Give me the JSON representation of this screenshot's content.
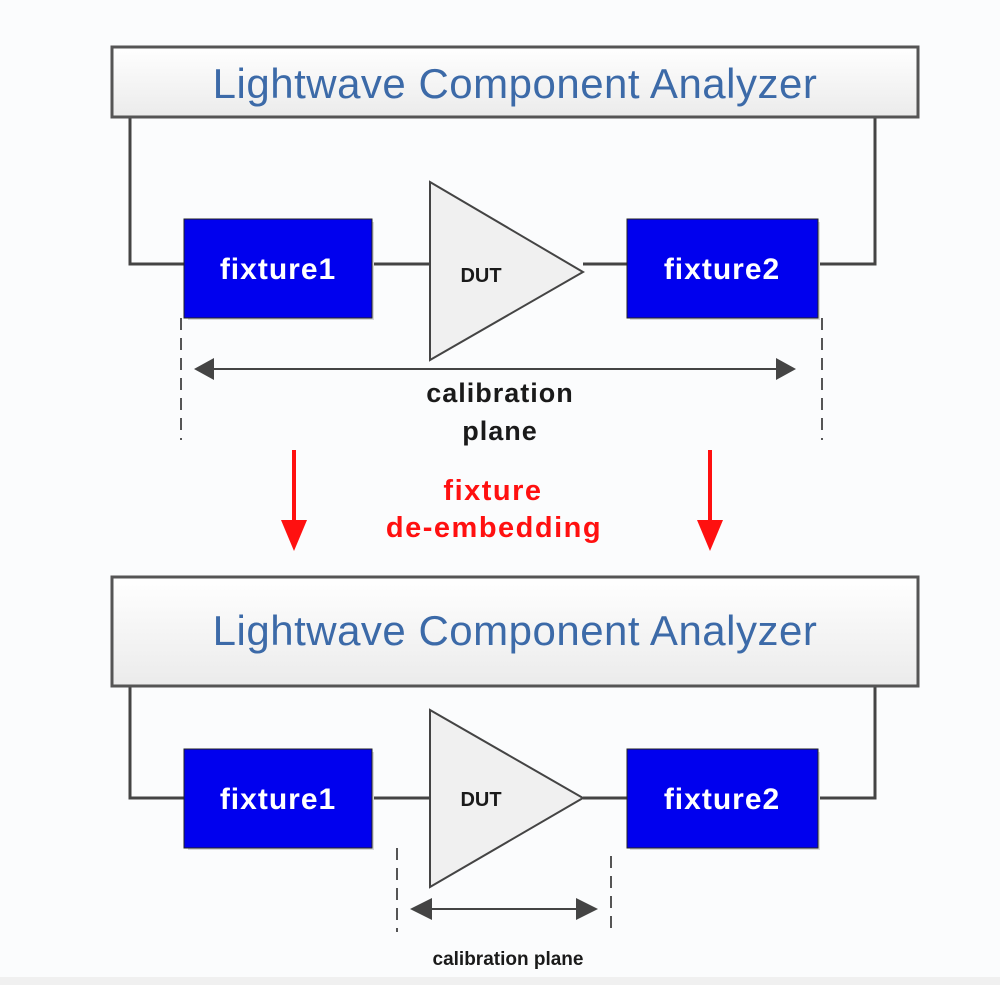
{
  "top_setup": {
    "analyzer_title": "Lightwave Component Analyzer",
    "fixture1_label": "fixture1",
    "dut_label": "DUT",
    "fixture2_label": "fixture2",
    "calibration_label_line1": "calibration",
    "calibration_label_line2": "plane"
  },
  "transition": {
    "label_line1": "fixture",
    "label_line2": "de-embedding"
  },
  "bottom_setup": {
    "analyzer_title": "Lightwave Component Analyzer",
    "fixture1_label": "fixture1",
    "dut_label": "DUT",
    "fixture2_label": "fixture2",
    "calibration_label": "calibration plane"
  },
  "colors": {
    "fixture_fill": "#0000ee",
    "title_text": "#3c6aa8",
    "deembed_arrow": "#ff1010",
    "wire": "#444444"
  }
}
